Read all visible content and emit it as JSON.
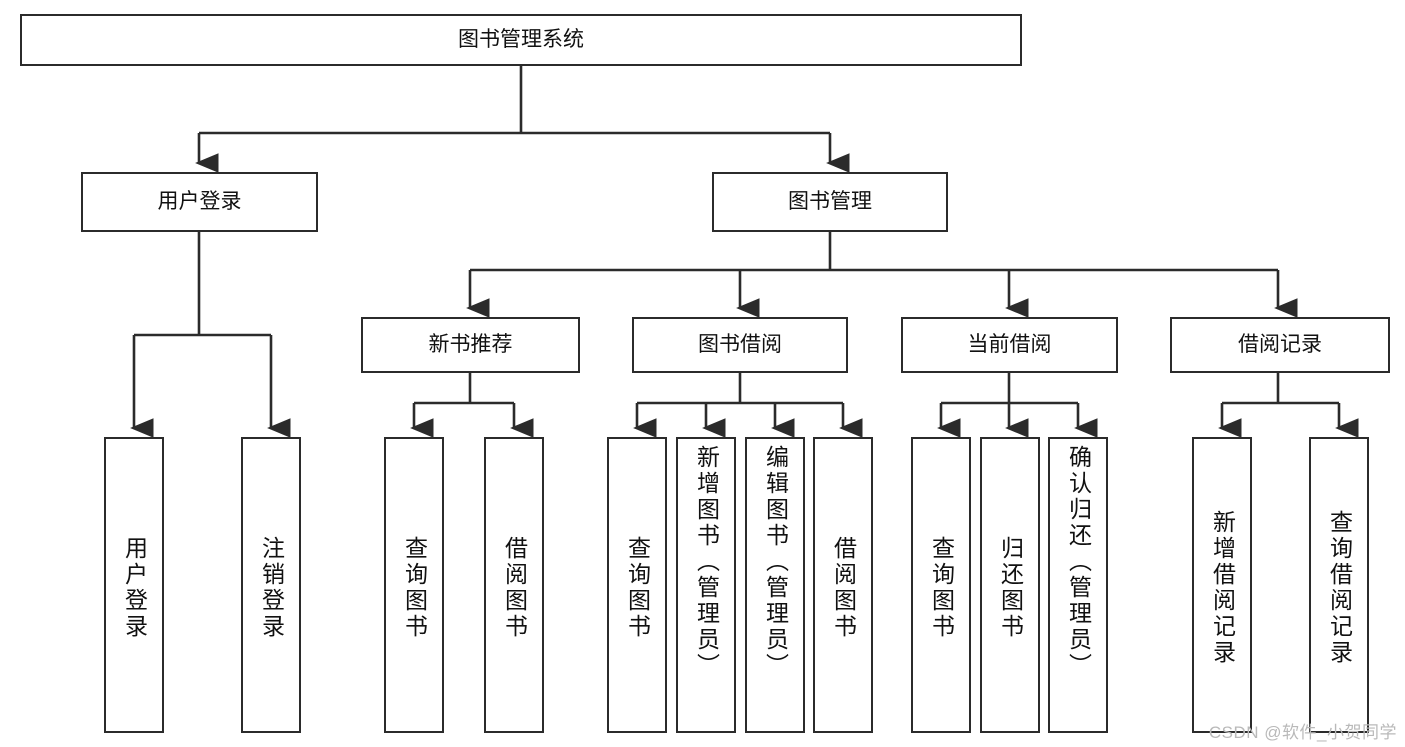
{
  "diagram": {
    "type": "tree",
    "root": {
      "id": "root",
      "label": "图书管理系统"
    },
    "level2": [
      {
        "id": "user-login",
        "label": "用户登录"
      },
      {
        "id": "book-management",
        "label": "图书管理"
      }
    ],
    "level3": [
      {
        "id": "new-book-recommend",
        "label": "新书推荐",
        "parent": "book-management"
      },
      {
        "id": "book-borrow",
        "label": "图书借阅",
        "parent": "book-management"
      },
      {
        "id": "current-borrow",
        "label": "当前借阅",
        "parent": "book-management"
      },
      {
        "id": "borrow-record",
        "label": "借阅记录",
        "parent": "book-management"
      }
    ],
    "leaves": [
      {
        "id": "leaf-user-login",
        "label": "用户登录",
        "parent": "user-login"
      },
      {
        "id": "leaf-logout",
        "label": "注销登录",
        "parent": "user-login"
      },
      {
        "id": "leaf-query-book-1",
        "label": "查询图书",
        "parent": "new-book-recommend"
      },
      {
        "id": "leaf-borrow-book-1",
        "label": "借阅图书",
        "parent": "new-book-recommend"
      },
      {
        "id": "leaf-query-book-2",
        "label": "查询图书",
        "parent": "book-borrow"
      },
      {
        "id": "leaf-add-book",
        "label": "新增图书（管理员）",
        "parent": "book-borrow"
      },
      {
        "id": "leaf-edit-book",
        "label": "编辑图书（管理员）",
        "parent": "book-borrow"
      },
      {
        "id": "leaf-borrow-book-2",
        "label": "借阅图书",
        "parent": "book-borrow"
      },
      {
        "id": "leaf-query-book-3",
        "label": "查询图书",
        "parent": "current-borrow"
      },
      {
        "id": "leaf-return-book",
        "label": "归还图书",
        "parent": "current-borrow"
      },
      {
        "id": "leaf-confirm-return",
        "label": "确认归还（管理员）",
        "parent": "current-borrow"
      },
      {
        "id": "leaf-add-record",
        "label": "新增借阅记录",
        "parent": "borrow-record"
      },
      {
        "id": "leaf-query-record",
        "label": "查询借阅记录",
        "parent": "borrow-record"
      }
    ],
    "colors": {
      "stroke": "#2b2b2b",
      "fill": "#ffffff",
      "text": "#111111",
      "watermark": "#b9b9b9"
    }
  },
  "watermark": {
    "text": "CSDN @软件_小贺同学"
  }
}
